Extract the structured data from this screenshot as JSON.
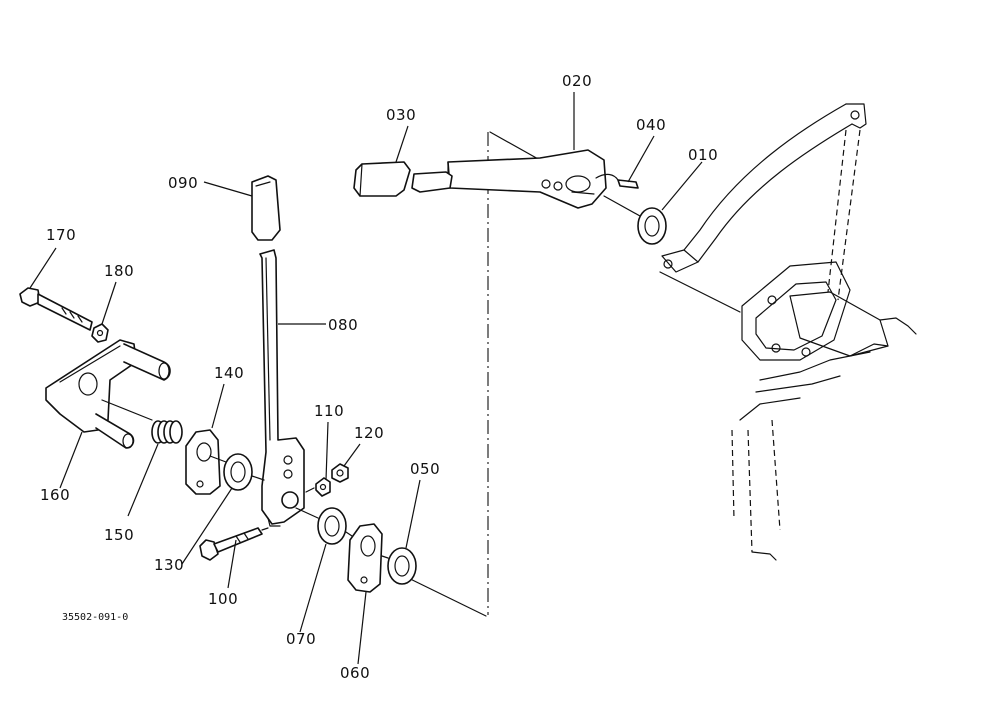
{
  "callouts": {
    "p010": "010",
    "p020": "020",
    "p030": "030",
    "p040": "040",
    "p050": "050",
    "p060": "060",
    "p070": "070",
    "p080": "080",
    "p090": "090",
    "p100": "100",
    "p110": "110",
    "p120": "120",
    "p130": "130",
    "p140": "140",
    "p150": "150",
    "p160": "160",
    "p170": "170",
    "p180": "180"
  },
  "drawing_ref": "35502-091-0",
  "colors": {
    "ink": "#111111",
    "paper": "#ffffff"
  }
}
